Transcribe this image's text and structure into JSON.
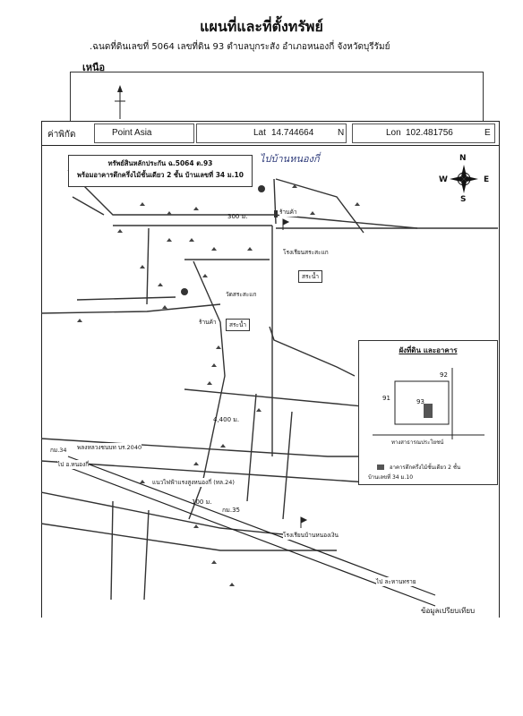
{
  "title": "แผนที่และที่ตั้งทรัพย์",
  "deed_line": ".ฉนดที่ดินเลขที่  5064 เลขที่ดิน 93 ตำบลบุกระสัง อำเภอหนองกี่  จังหวัดบุรีรัมย์",
  "north_label": "เหนือ",
  "coords": {
    "label": "ค่าพิกัด",
    "name": "Point Asia",
    "lat_label": "Lat",
    "lat": "14.744664",
    "lat_suffix": "N",
    "lon_label": "Lon",
    "lon": "102.481756",
    "lon_suffix": "E"
  },
  "property_box": {
    "line1": "ทรัพย์สินหลักประกัน ฉ.5064 ต.93",
    "line2": "พร้อมอาคารตึกครึ่งไม้ชั้นเดียว 2 ชั้น บ้านเลขที่ 34 ม.10"
  },
  "handwritten_note": "ไปบ้านหนองกี่",
  "compass": {
    "n": "N",
    "s": "S",
    "e": "E",
    "w": "W"
  },
  "map_labels": {
    "dist_300": "300 ม.",
    "dist_4400": "4,400 ม.",
    "dist_100": "100 ม.",
    "shop1": "ร้านค้า",
    "shop2": "ร้านค้า",
    "school1": "โรงเรียนสระสะแก",
    "temple": "วัดสระสะแก",
    "pond1": "สระน้ำ",
    "pond2": "สระน้ำ",
    "health": "พลงหลวงชนบท บร.2040",
    "km34": "กม.34",
    "road_main": "แนวไฟฟ้าแรงสูงหนองกี่ (ทล.24)",
    "km35": "กม.35",
    "school2": "โรงเรียนบ้านหนองเงิน",
    "to_nongki": "ไป อ.หนองกี่",
    "to_lahansai": "ไป ละหานทราย"
  },
  "inset": {
    "title": "ผังที่ดิน และอาคาร",
    "n92": "92",
    "n91": "91",
    "n93": "93",
    "road_public": "ทางสาธารณประโยชน์",
    "legend": "อาคารตึกครึ่งไม้ชั้นเดียว 2 ชั้น",
    "legend2": "บ้านเลขที่ 34 ม.10"
  },
  "compare_note": "ข้อมูลเปรียบเทียบ"
}
